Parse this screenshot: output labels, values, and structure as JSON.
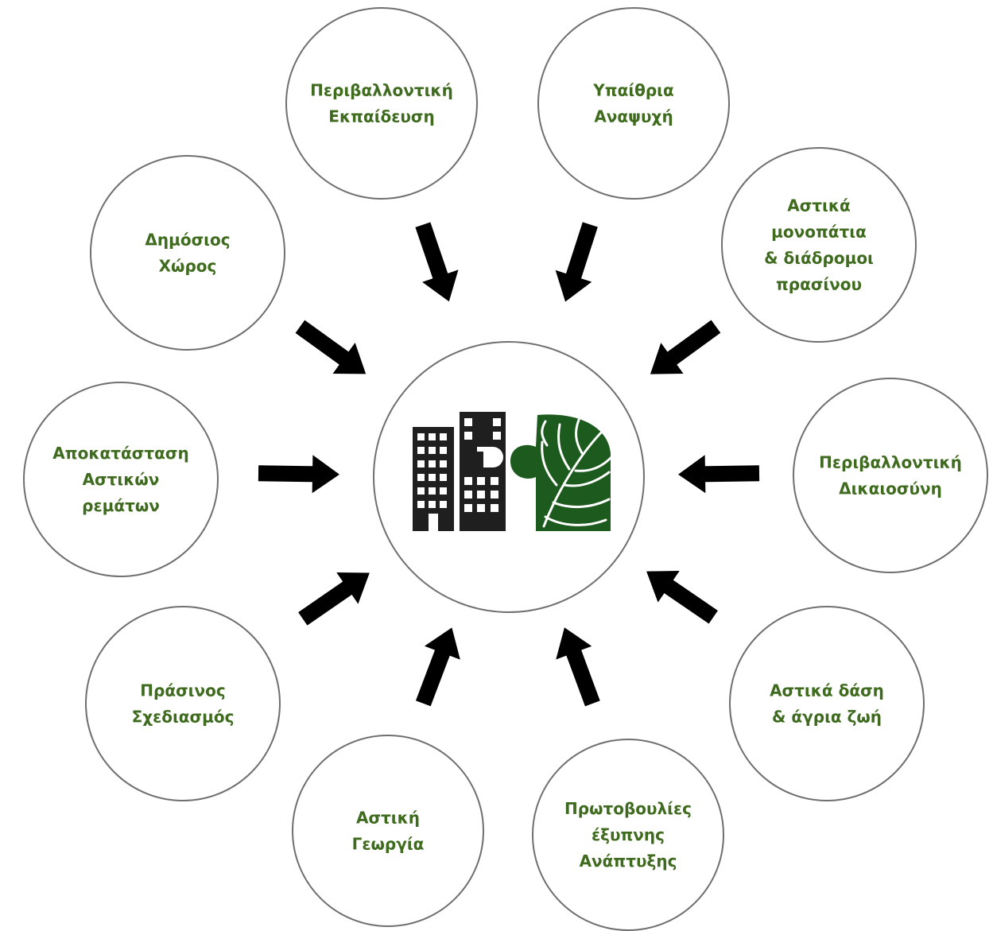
{
  "diagram": {
    "colors": {
      "label": "#3f6b1f",
      "arrow": "#000000",
      "circle_stroke": "#6f6f6f",
      "building": "#1f1f1f",
      "leaf": "#1d5a1d"
    },
    "center_icon": "city-and-leaf-puzzle-icon",
    "nodes": [
      {
        "id": "environmental-education",
        "lines": [
          "Περιβαλλοντική",
          "Εκπαίδευση"
        ]
      },
      {
        "id": "outdoor-recreation",
        "lines": [
          "Υπαίθρια",
          "Αναψυχή"
        ]
      },
      {
        "id": "urban-trails",
        "lines": [
          "Αστικά",
          "μονοπάτια",
          "& διάδρομοι",
          "πρασίνου"
        ]
      },
      {
        "id": "environmental-justice",
        "lines": [
          "Περιβαλλοντική",
          "Δικαιοσύνη"
        ]
      },
      {
        "id": "urban-forests",
        "lines": [
          "Αστικά δάση",
          "& άγρια ζωή"
        ]
      },
      {
        "id": "smart-growth",
        "lines": [
          "Πρωτοβουλίες",
          "έξυπνης",
          "Ανάπτυξης"
        ]
      },
      {
        "id": "urban-agriculture",
        "lines": [
          "Αστική",
          "Γεωργία"
        ]
      },
      {
        "id": "green-design",
        "lines": [
          "Πράσινος",
          "Σχεδιασμός"
        ]
      },
      {
        "id": "stream-restoration",
        "lines": [
          "Αποκατάσταση",
          "Αστικών",
          "ρεμάτων"
        ]
      },
      {
        "id": "public-space",
        "lines": [
          "Δημόσιος",
          "Χώρος"
        ]
      }
    ]
  }
}
